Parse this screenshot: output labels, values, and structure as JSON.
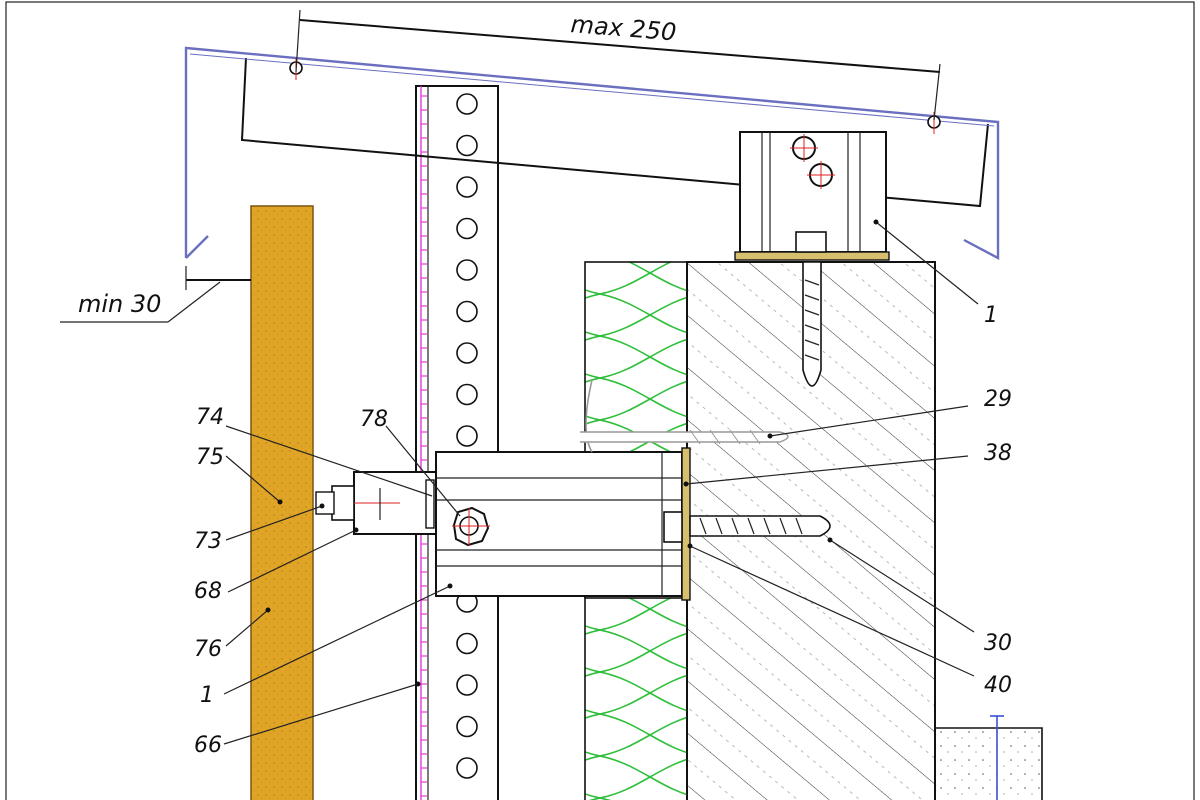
{
  "drawing": {
    "dimensions": {
      "max_text": "max 250",
      "min_text": "min 30"
    },
    "callouts": [
      {
        "id": "c1-top",
        "text": "1"
      },
      {
        "id": "c29",
        "text": "29"
      },
      {
        "id": "c38",
        "text": "38"
      },
      {
        "id": "c30",
        "text": "30"
      },
      {
        "id": "c40",
        "text": "40"
      },
      {
        "id": "c74",
        "text": "74"
      },
      {
        "id": "c75",
        "text": "75"
      },
      {
        "id": "c73",
        "text": "73"
      },
      {
        "id": "c68",
        "text": "68"
      },
      {
        "id": "c76",
        "text": "76"
      },
      {
        "id": "c1-left",
        "text": "1"
      },
      {
        "id": "c66",
        "text": "66"
      },
      {
        "id": "c78",
        "text": "78"
      }
    ],
    "colors": {
      "cladding_panel": "#e0a527",
      "insulation_stroke": "#2fbf3a",
      "bracket_line": "#6a6fc0",
      "rail_marking": "#e23bd6",
      "center_mark": "#dd2222"
    }
  }
}
